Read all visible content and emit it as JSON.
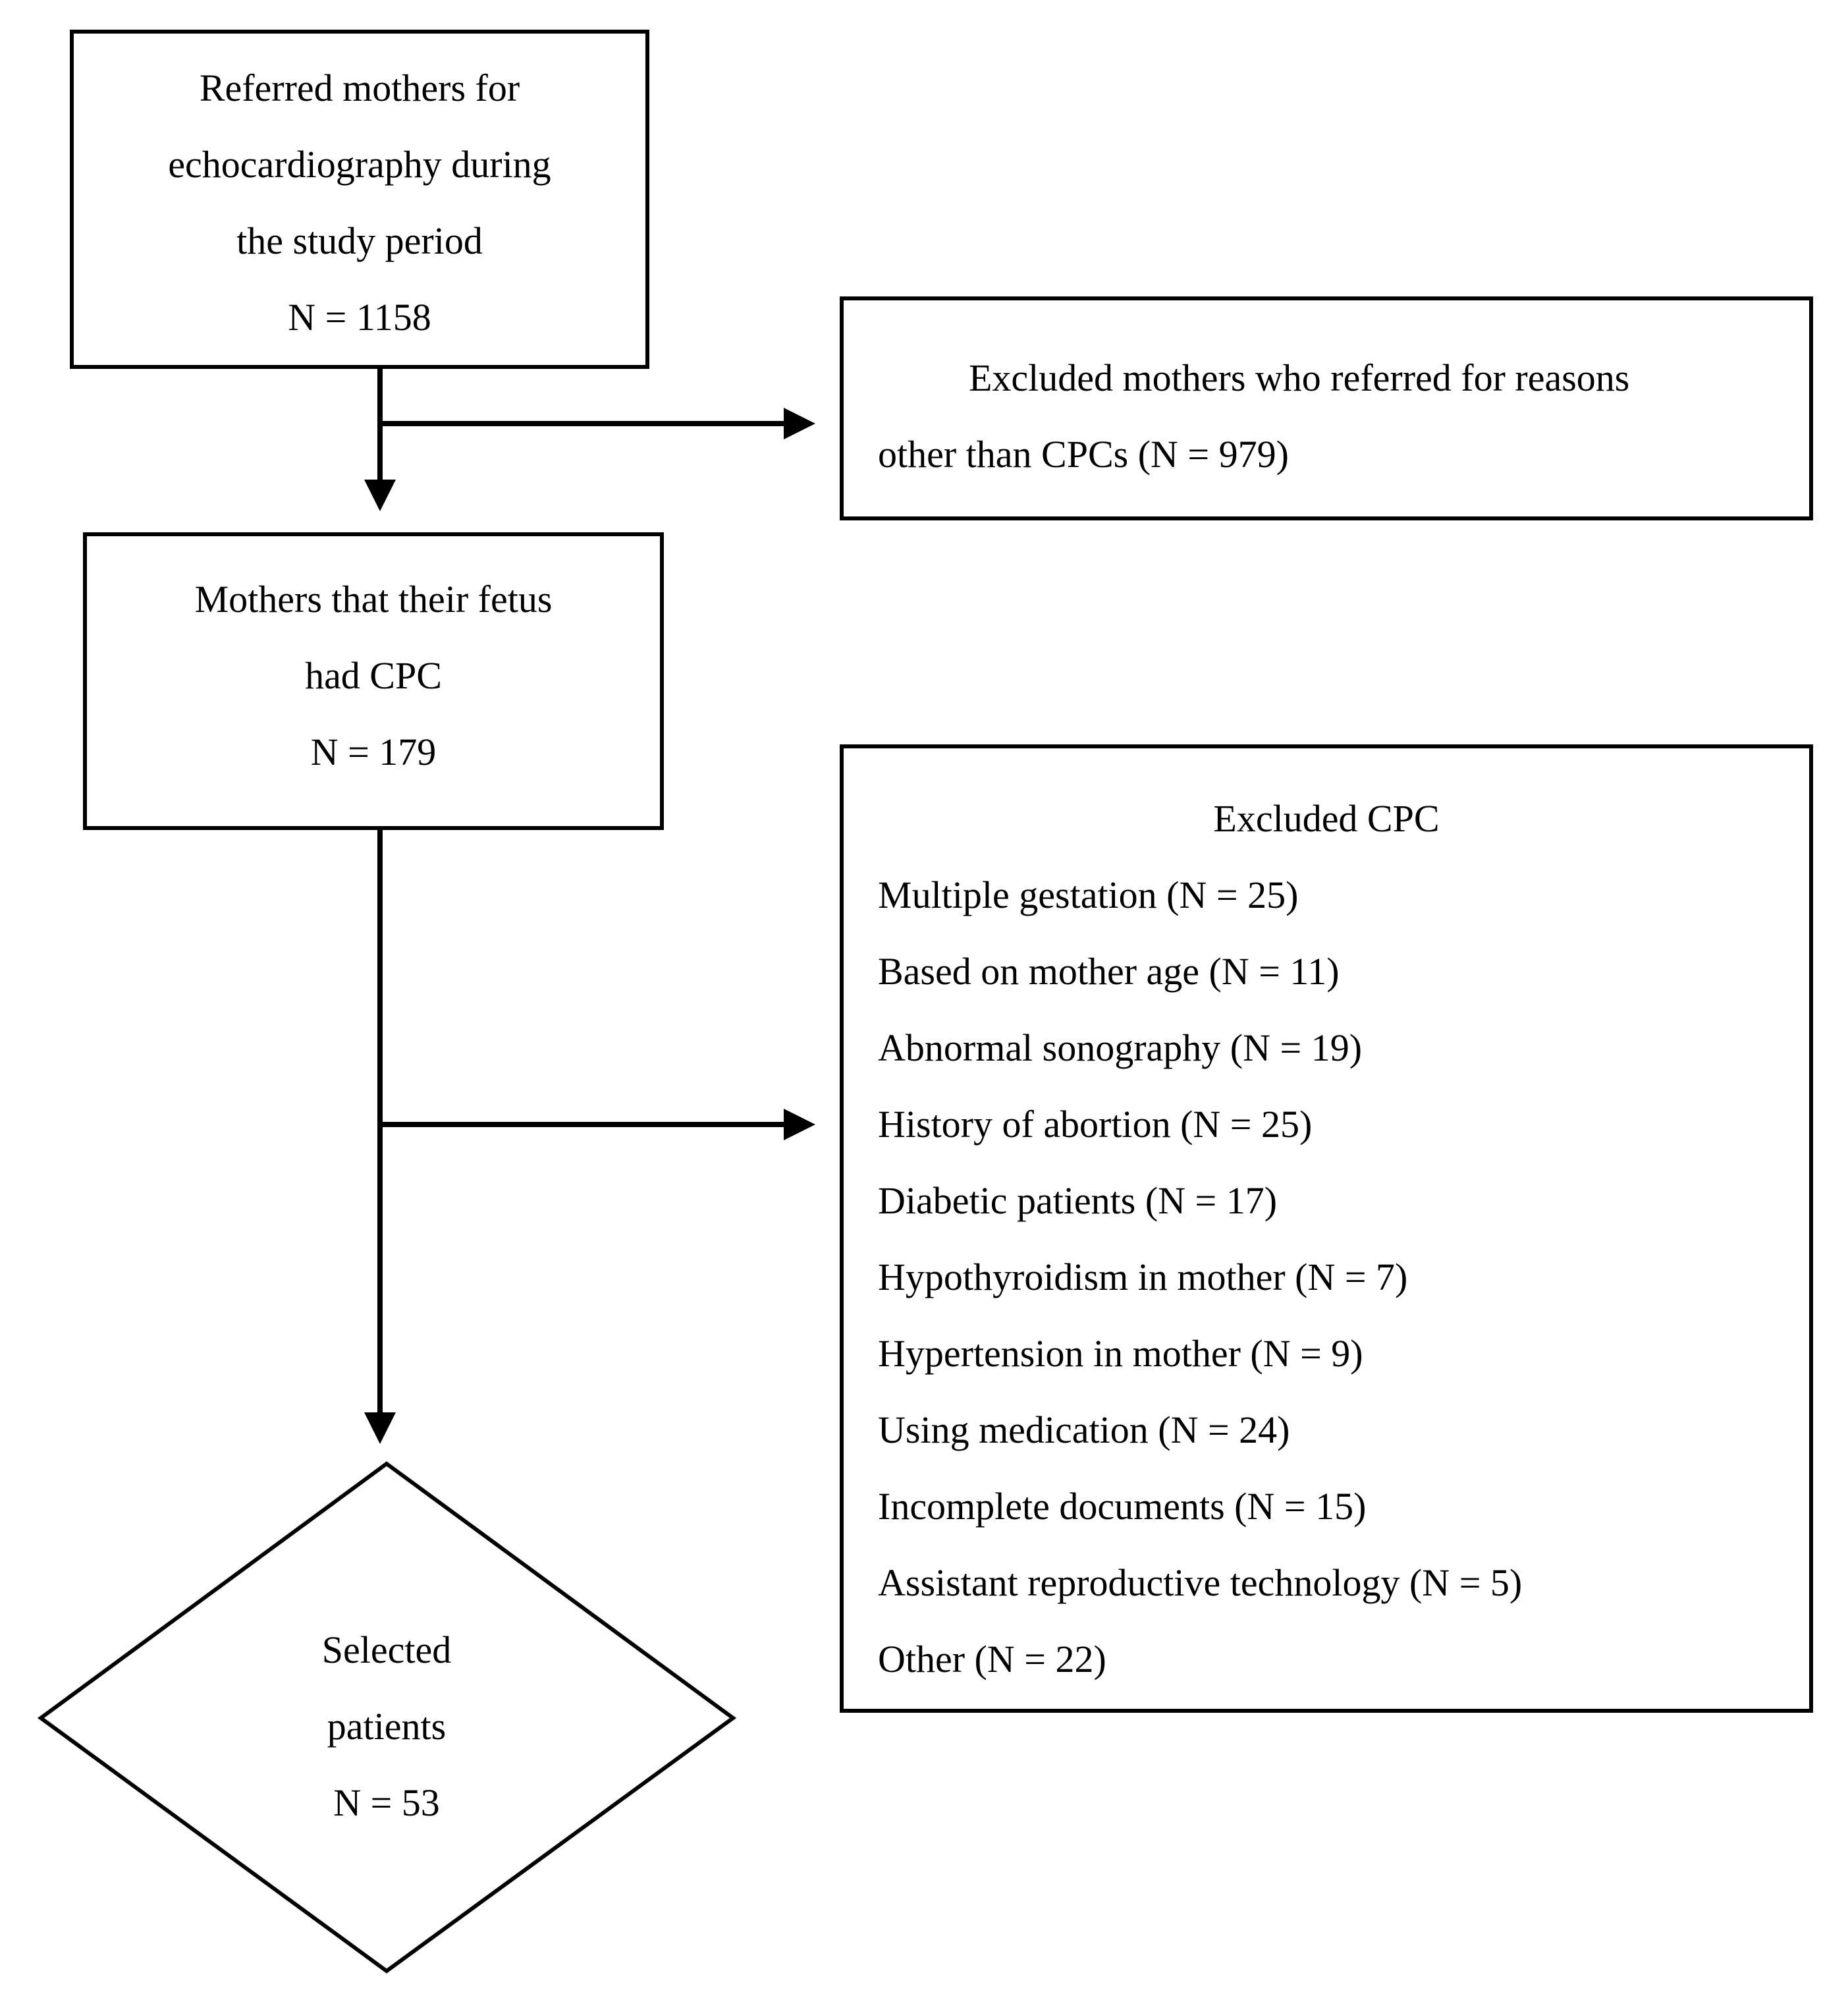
{
  "boxes": {
    "referred": {
      "lines": [
        "Referred mothers for",
        "echocardiography during",
        "the study period",
        "N = 1158"
      ]
    },
    "excluded_other": {
      "lines": [
        "Excluded mothers who referred for reasons",
        "other than CPCs (N = 979)"
      ]
    },
    "cpc": {
      "lines": [
        "Mothers that their fetus",
        "had CPC",
        "N = 179"
      ]
    },
    "excluded_cpc": {
      "title": "Excluded CPC",
      "items": [
        "Multiple gestation (N = 25)",
        "Based on mother age (N = 11)",
        "Abnormal sonography (N = 19)",
        "History of abortion (N = 25)",
        "Diabetic patients (N = 17)",
        "Hypothyroidism in mother (N = 7)",
        "Hypertension in mother (N = 9)",
        "Using medication (N = 24)",
        "Incomplete documents (N = 15)",
        "Assistant reproductive technology (N = 5)",
        "Other (N = 22)"
      ]
    },
    "selected": {
      "lines": [
        "Selected",
        "patients",
        "N = 53"
      ]
    }
  }
}
